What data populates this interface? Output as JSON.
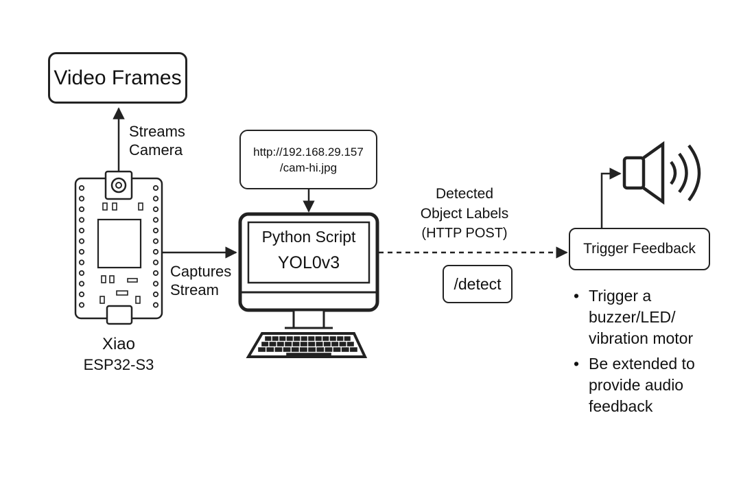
{
  "video_frames": "Video Frames",
  "streams_label": [
    "Streams",
    "Camera"
  ],
  "board": {
    "name": "Xiao",
    "model": "ESP32-S3"
  },
  "captures_label": [
    "Captures",
    "Stream"
  ],
  "url_box": [
    "http://192.168.29.157",
    "/cam-hi.jpg"
  ],
  "monitor": {
    "line1": "Python Script",
    "line2": "YOL0v3"
  },
  "detected_label": [
    "Detected",
    "Object Labels",
    "(HTTP POST)"
  ],
  "endpoint": "/detect",
  "trigger": "Trigger Feedback",
  "notes": [
    [
      "Trigger a",
      "buzzer/LED/",
      "vibration motor"
    ],
    [
      "Be extended to",
      "provide audio",
      "feedback"
    ]
  ]
}
